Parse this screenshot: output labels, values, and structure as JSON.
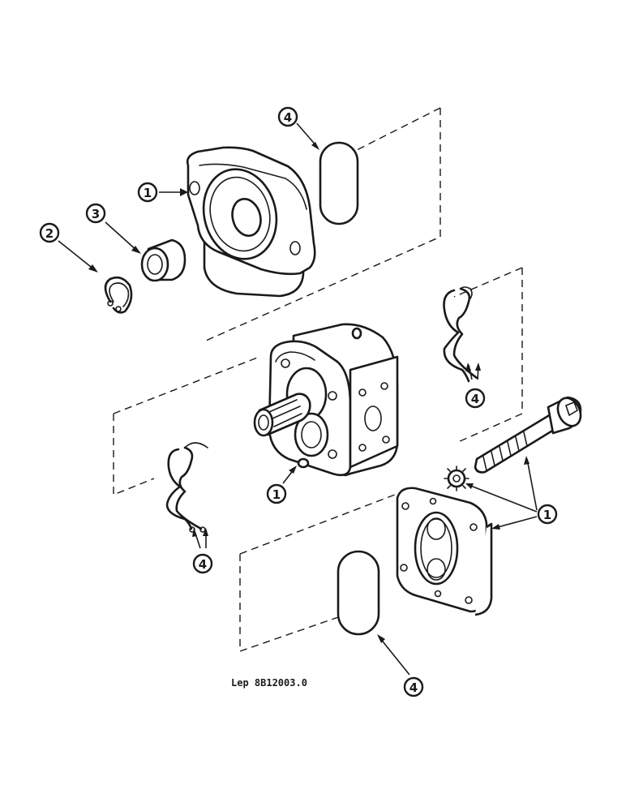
{
  "figure": {
    "reference": "Lep 8B12003.0"
  },
  "callouts": [
    {
      "id": "c-top-4",
      "label": "4",
      "part": "seal"
    },
    {
      "id": "c-flange-1",
      "label": "1",
      "part": "mounting-flange"
    },
    {
      "id": "c-bearing-3",
      "label": "3",
      "part": "bearing"
    },
    {
      "id": "c-snapring-2",
      "label": "2",
      "part": "snap-ring"
    },
    {
      "id": "c-right-4",
      "label": "4",
      "part": "seal"
    },
    {
      "id": "c-body-1",
      "label": "1",
      "part": "pump-body"
    },
    {
      "id": "c-cover-1",
      "label": "1",
      "part": "end-cover"
    },
    {
      "id": "c-left-4",
      "label": "4",
      "part": "seal"
    },
    {
      "id": "c-bottom-4",
      "label": "4",
      "part": "seal"
    }
  ],
  "colors": {
    "ink": "#1a1a1a",
    "paper": "#ffffff"
  }
}
